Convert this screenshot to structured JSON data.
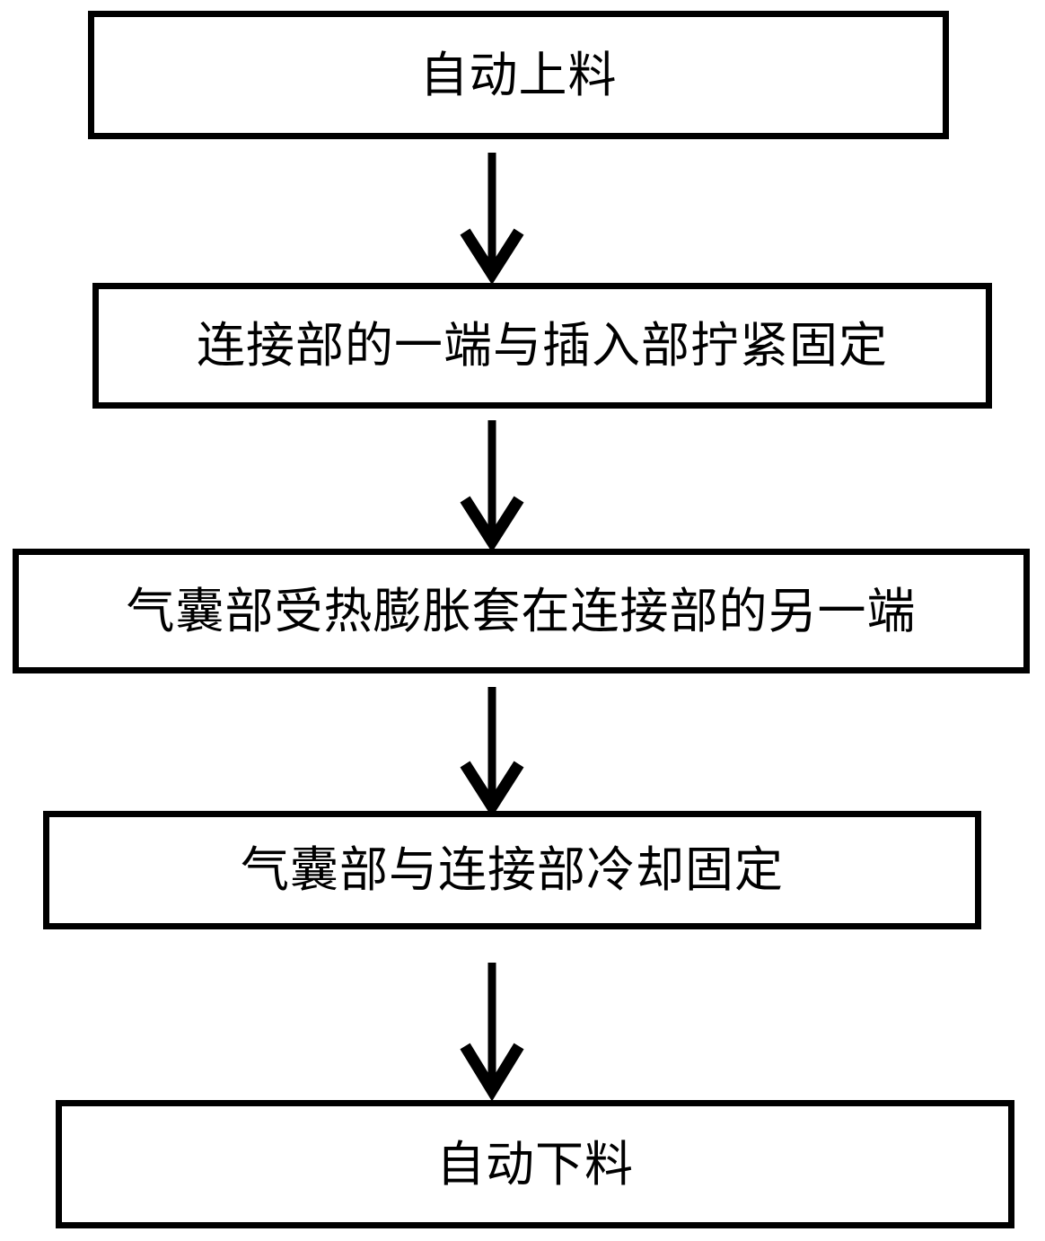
{
  "diagram": {
    "title_text": "",
    "orientation": "top-to-bottom",
    "background_color": "#ffffff",
    "line_color": "#000000",
    "nodes": [
      {
        "id": "n1",
        "label": "自动上料",
        "shape": "rectangle"
      },
      {
        "id": "n2",
        "label": "连接部的一端与插入部拧紧固定",
        "shape": "rectangle"
      },
      {
        "id": "n3",
        "label": "气囊部受热膨胀套在连接部的另一端",
        "shape": "rectangle"
      },
      {
        "id": "n4",
        "label": "气囊部与连接部冷却固定",
        "shape": "rectangle"
      },
      {
        "id": "n5",
        "label": "自动下料",
        "shape": "rectangle"
      }
    ],
    "edges": [
      {
        "id": "e1",
        "from": "n1",
        "to": "n2",
        "marker": "arrowhead-down-icon",
        "label": ""
      },
      {
        "id": "e2",
        "from": "n2",
        "to": "n3",
        "marker": "arrowhead-down-icon",
        "label": ""
      },
      {
        "id": "e3",
        "from": "n3",
        "to": "n4",
        "marker": "arrowhead-down-icon",
        "label": ""
      },
      {
        "id": "e4",
        "from": "n4",
        "to": "n5",
        "marker": "arrowhead-down-icon",
        "label": ""
      }
    ]
  }
}
